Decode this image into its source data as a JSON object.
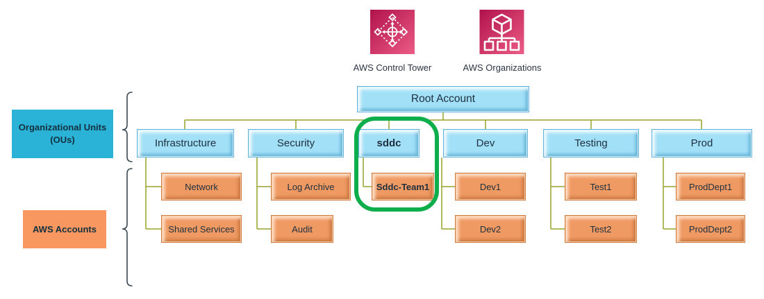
{
  "icons": [
    {
      "name": "aws-control-tower",
      "label": "AWS Control Tower"
    },
    {
      "name": "aws-organizations",
      "label": "AWS Organizations"
    }
  ],
  "root_label": "Root Account",
  "side_labels": {
    "ou_line1": "Organizational Units",
    "ou_line2": "(OUs)",
    "accounts": "AWS Accounts"
  },
  "ous": [
    {
      "label": "Infrastructure",
      "accounts": [
        {
          "label": "Network"
        },
        {
          "label": "Shared Services"
        }
      ]
    },
    {
      "label": "Security",
      "accounts": [
        {
          "label": "Log Archive"
        },
        {
          "label": "Audit"
        }
      ]
    },
    {
      "label": "sddc",
      "bold": true,
      "highlighted": true,
      "accounts": [
        {
          "label": "Sddc-Team1",
          "bold": true
        }
      ]
    },
    {
      "label": "Dev",
      "accounts": [
        {
          "label": "Dev1"
        },
        {
          "label": "Dev2"
        }
      ]
    },
    {
      "label": "Testing",
      "accounts": [
        {
          "label": "Test1"
        },
        {
          "label": "Test2"
        }
      ]
    },
    {
      "label": "Prod",
      "accounts": [
        {
          "label": "ProdDept1"
        },
        {
          "label": "ProdDept2"
        }
      ]
    }
  ],
  "colors": {
    "ou_box_fill": "#a2e0f8",
    "account_box_fill": "#f09a63",
    "connector_line": "#98a22a",
    "highlight_ring": "#0fae4c",
    "ou_legend_fill": "#2bb3d7",
    "accounts_legend_fill": "#f8975f",
    "icon_gradient_start": "#b0124b",
    "icon_gradient_end": "#ec5c86",
    "text": "#1e2f3e"
  }
}
